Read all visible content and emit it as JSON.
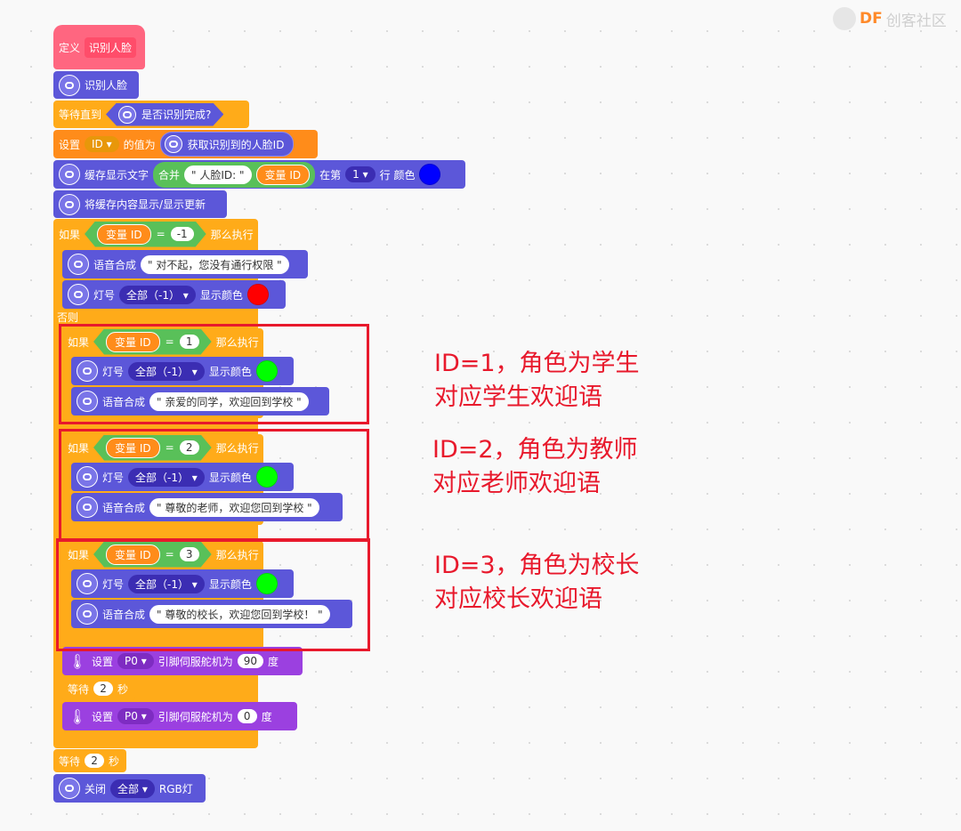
{
  "logo": {
    "brand": "DF",
    "suffix": "创客社区"
  },
  "define": {
    "kw": "定义",
    "name": "识别人脸"
  },
  "b_recognize": {
    "label": "识别人脸"
  },
  "b_wait": {
    "label": "等待直到",
    "cond": "是否识别完成?"
  },
  "b_set": {
    "kw": "设置",
    "var": "ID",
    "mid": "的值为",
    "val": "获取识别到的人脸ID"
  },
  "b_cache": {
    "label": "缓存显示文字",
    "join": "合并",
    "str": "\" 人脸ID: \"",
    "var": "变量 ID",
    "pos_kw": "在第",
    "line": "1",
    "line_kw": "行 颜色",
    "color": "#0000ff"
  },
  "b_show": {
    "label": "将缓存内容显示/显示更新"
  },
  "if1": {
    "kw": "如果",
    "var": "变量 ID",
    "eq": "=",
    "num": "-1",
    "then": "那么执行",
    "speech_kw": "语音合成",
    "speech": "\" 对不起，您没有通行权限 \"",
    "light_kw": "灯号",
    "light": "全部（-1）",
    "show_color": "显示颜色",
    "color": "#ff0000",
    "else": "否则"
  },
  "if2": {
    "kw": "如果",
    "var": "变量 ID",
    "eq": "=",
    "num": "1",
    "then": "那么执行",
    "light_kw": "灯号",
    "light": "全部（-1）",
    "show_color": "显示颜色",
    "color": "#00ff00",
    "speech_kw": "语音合成",
    "speech": "\" 亲爱的同学，欢迎回到学校 \""
  },
  "if3": {
    "kw": "如果",
    "var": "变量 ID",
    "eq": "=",
    "num": "2",
    "then": "那么执行",
    "light_kw": "灯号",
    "light": "全部（-1）",
    "show_color": "显示颜色",
    "color": "#00ff00",
    "speech_kw": "语音合成",
    "speech": "\" 尊敬的老师，欢迎您回到学校 \""
  },
  "if4": {
    "kw": "如果",
    "var": "变量 ID",
    "eq": "=",
    "num": "3",
    "then": "那么执行",
    "light_kw": "灯号",
    "light": "全部（-1）",
    "show_color": "显示颜色",
    "color": "#00ff00",
    "speech_kw": "语音合成",
    "speech": "\" 尊敬的校长，欢迎您回到学校！ \""
  },
  "servo1": {
    "kw": "设置",
    "pin": "P0",
    "mid": "引脚伺服舵机为",
    "val": "90",
    "unit": "度"
  },
  "wait1": {
    "kw": "等待",
    "val": "2",
    "unit": "秒"
  },
  "servo2": {
    "kw": "设置",
    "pin": "P0",
    "mid": "引脚伺服舵机为",
    "val": "0",
    "unit": "度"
  },
  "wait2": {
    "kw": "等待",
    "val": "2",
    "unit": "秒"
  },
  "close": {
    "kw": "关闭",
    "target": "全部",
    "unit": "RGB灯"
  },
  "annotations": [
    {
      "line1": "ID=1，角色为学生",
      "line2": "对应学生欢迎语"
    },
    {
      "line1": "ID=2，角色为教师",
      "line2": "对应老师欢迎语"
    },
    {
      "line1": "ID=3，角色为校长",
      "line2": "对应校长欢迎语"
    }
  ]
}
